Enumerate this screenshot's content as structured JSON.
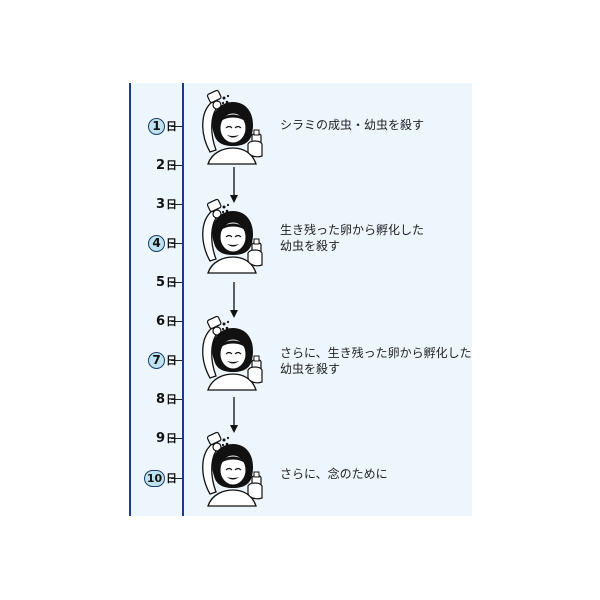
{
  "days": [
    {
      "number": "1",
      "suffix": "日",
      "circled": true
    },
    {
      "number": "2",
      "suffix": "日",
      "circled": false
    },
    {
      "number": "3",
      "suffix": "日",
      "circled": false
    },
    {
      "number": "4",
      "suffix": "日",
      "circled": true
    },
    {
      "number": "5",
      "suffix": "日",
      "circled": false
    },
    {
      "number": "6",
      "suffix": "日",
      "circled": false
    },
    {
      "number": "7",
      "suffix": "日",
      "circled": true
    },
    {
      "number": "8",
      "suffix": "日",
      "circled": false
    },
    {
      "number": "9",
      "suffix": "日",
      "circled": false
    },
    {
      "number": "10",
      "suffix": "日",
      "circled": true
    }
  ],
  "steps": [
    {
      "line1": "シラミの成虫・幼虫を殺す",
      "line2": ""
    },
    {
      "line1": "生き残った卵から孵化した",
      "line2": "幼虫を殺す"
    },
    {
      "line1": "さらに、生き残った卵から孵化した",
      "line2": "幼虫を殺す"
    },
    {
      "line1": "さらに、念のために",
      "line2": ""
    }
  ],
  "colors": {
    "panel": "#edf6fd",
    "timeline": "#1c3a8c",
    "circle_fill": "#bfe2ef"
  }
}
